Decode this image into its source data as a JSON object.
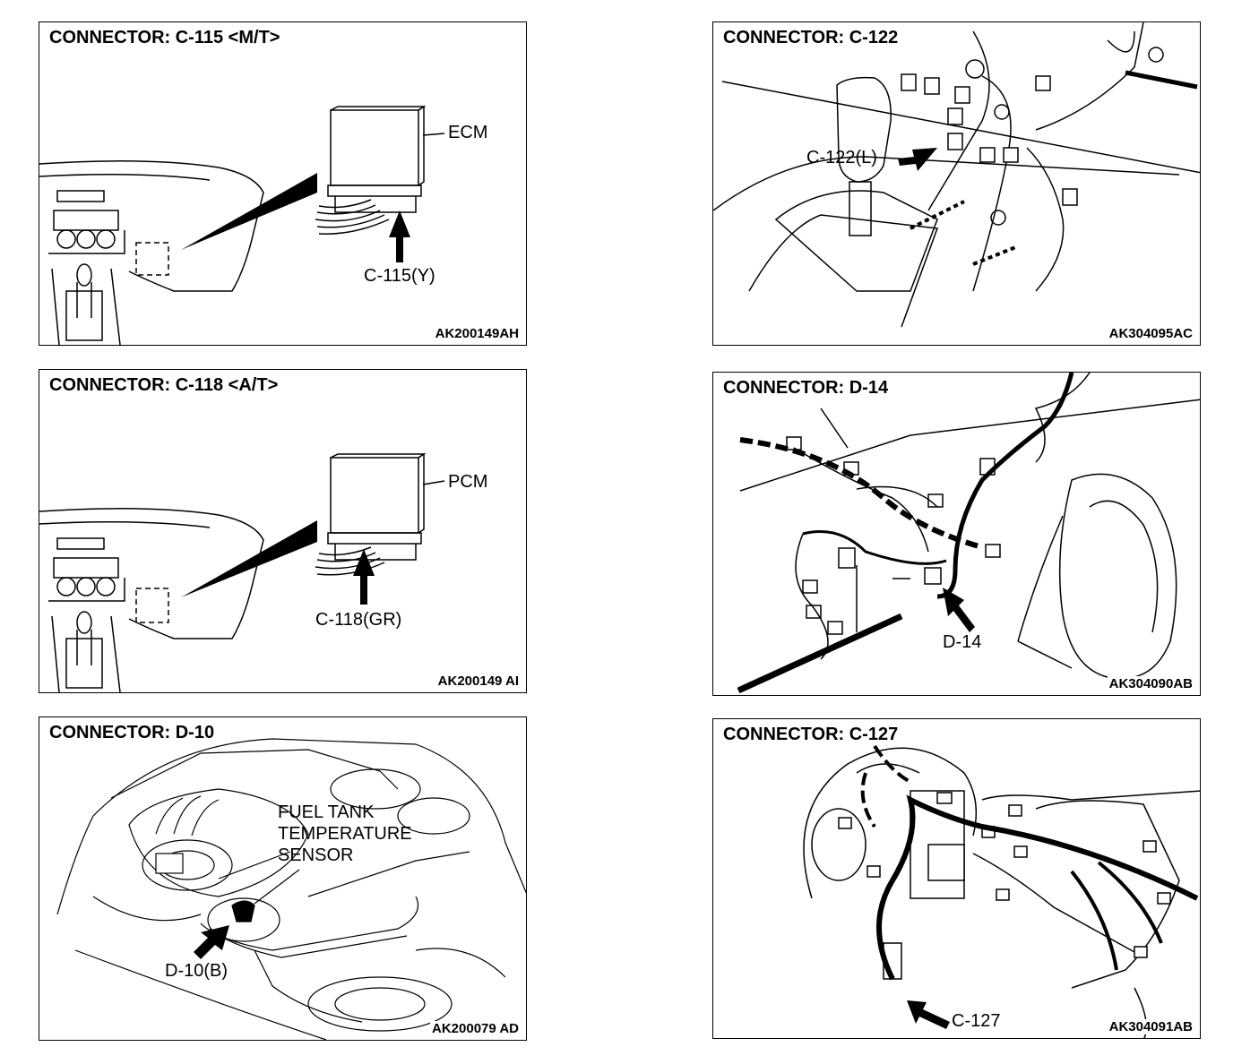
{
  "panels": {
    "c115": {
      "title": "CONNECTOR: C-115 <M/T>",
      "unit_label": "ECM",
      "connector_label": "C-115(Y)",
      "code": "AK200149AH"
    },
    "c122": {
      "title": "CONNECTOR: C-122",
      "connector_label": "C-122(L)",
      "code": "AK304095AC"
    },
    "c118": {
      "title": "CONNECTOR: C-118 <A/T>",
      "unit_label": "PCM",
      "connector_label": "C-118(GR)",
      "code": "AK200149 AI"
    },
    "d14": {
      "title": "CONNECTOR: D-14",
      "connector_label": "D-14",
      "code": "AK304090AB"
    },
    "d10": {
      "title": "CONNECTOR: D-10",
      "sensor_line1": "FUEL TANK",
      "sensor_line2": "TEMPERATURE",
      "sensor_line3": "SENSOR",
      "connector_label": "D-10(B)",
      "code": "AK200079 AD"
    },
    "c127": {
      "title": "CONNECTOR: C-127",
      "connector_label": "C-127",
      "code": "AK304091AB"
    }
  }
}
